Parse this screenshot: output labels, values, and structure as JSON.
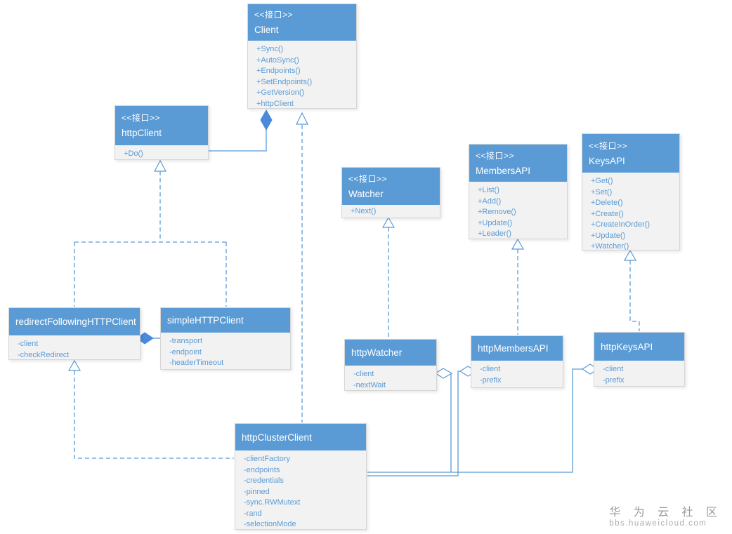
{
  "diagram": {
    "classes": {
      "client": {
        "stereotype": "<<接口>>",
        "name": "Client",
        "members": [
          "+Sync()",
          "+AutoSync()",
          "+Endpoints()",
          "+SetEndpoints()",
          "+GetVersion()",
          "+httpClient"
        ]
      },
      "http_client": {
        "stereotype": "<<接口>>",
        "name": "httpClient",
        "members": [
          "+Do()"
        ]
      },
      "watcher": {
        "stereotype": "<<接口>>",
        "name": "Watcher",
        "members": [
          "+Next()"
        ]
      },
      "members_api": {
        "stereotype": "<<接口>>",
        "name": "MembersAPI",
        "members": [
          "+List()",
          "+Add()",
          "+Remove()",
          "+Update()",
          "+Leader()"
        ]
      },
      "keys_api": {
        "stereotype": "<<接口>>",
        "name": "KeysAPI",
        "members": [
          "+Get()",
          "+Set()",
          "+Delete()",
          "+Create()",
          "+CreateInOrder()",
          "+Update()",
          "+Watcher()"
        ]
      },
      "redirect_following_http_client": {
        "name": "redirectFollowingHTTPClient",
        "members": [
          "-client",
          "-checkRedirect"
        ]
      },
      "simple_http_client": {
        "name": "simpleHTTPClient",
        "members": [
          "-transport",
          "-endpoint",
          "-headerTimeout"
        ]
      },
      "http_watcher": {
        "name": "httpWatcher",
        "members": [
          "-client",
          "-nextWait"
        ]
      },
      "http_members_api": {
        "name": "httpMembersAPI",
        "members": [
          "-client",
          "-prefix"
        ]
      },
      "http_keys_api": {
        "name": "httpKeysAPI",
        "members": [
          "-client",
          "-prefix"
        ]
      },
      "http_cluster_client": {
        "name": "httpClusterClient",
        "members": [
          "-clientFactory",
          "-endpoints",
          "-credentials",
          "-pinned",
          "-sync.RWMutext",
          "-rand",
          "-selectionMode"
        ]
      }
    },
    "relationships": [
      {
        "from": "Client",
        "to": "httpClient",
        "type": "composition"
      },
      {
        "from": "httpClient",
        "to": "redirectFollowingHTTPClient",
        "type": "realization"
      },
      {
        "from": "httpClient",
        "to": "simpleHTTPClient",
        "type": "realization"
      },
      {
        "from": "Client",
        "to": "httpClusterClient",
        "type": "realization"
      },
      {
        "from": "Watcher",
        "to": "httpWatcher",
        "type": "realization"
      },
      {
        "from": "MembersAPI",
        "to": "httpMembersAPI",
        "type": "realization"
      },
      {
        "from": "KeysAPI",
        "to": "httpKeysAPI",
        "type": "realization"
      },
      {
        "from": "redirectFollowingHTTPClient",
        "to": "simpleHTTPClient",
        "type": "composition"
      },
      {
        "from": "redirectFollowingHTTPClient",
        "to": "httpClusterClient",
        "type": "realization"
      },
      {
        "from": "httpWatcher",
        "to": "httpClusterClient",
        "type": "aggregation"
      },
      {
        "from": "httpMembersAPI",
        "to": "httpClusterClient",
        "type": "aggregation"
      },
      {
        "from": "httpKeysAPI",
        "to": "httpClusterClient",
        "type": "aggregation"
      }
    ],
    "colors": {
      "header": "#5b9bd5",
      "header_text": "#ffffff",
      "body_bg": "#f2f2f2",
      "member_text": "#5b9bd5",
      "line": "#5b9bd5",
      "diamond_filled": "#4a89dc"
    }
  },
  "watermark": {
    "title": "华 为 云 社 区",
    "url": "bbs.huaweicloud.com"
  }
}
